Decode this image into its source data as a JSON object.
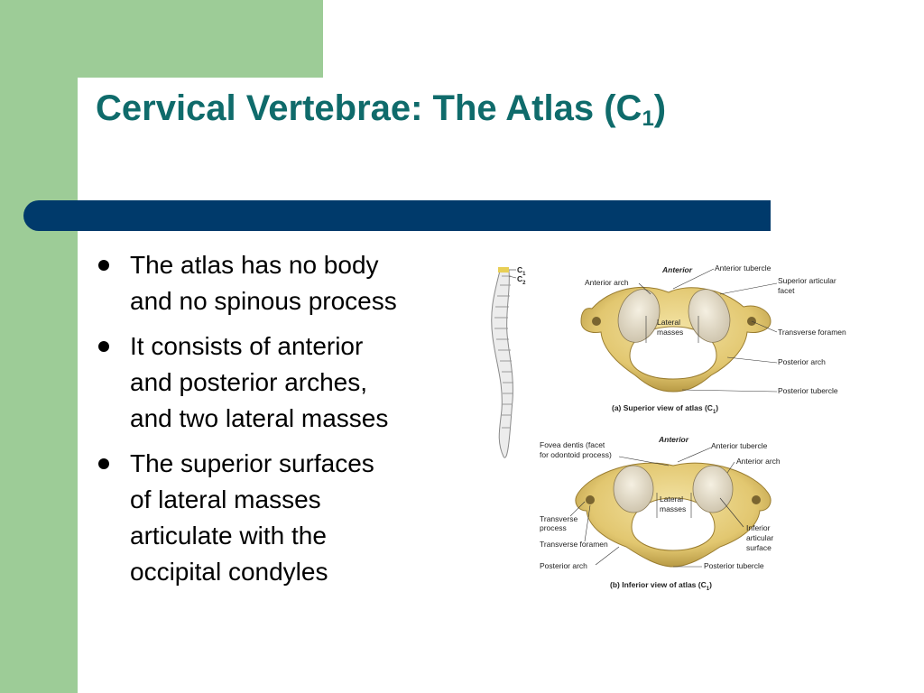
{
  "slide": {
    "title_main": "Cervical Vertebrae: The Atlas (C",
    "title_sub": "1",
    "title_close": ")",
    "colors": {
      "title": "#0f6b6b",
      "bar": "#003a6b",
      "side": "#9dcc97",
      "bone": "#e2c770"
    }
  },
  "bullets": [
    {
      "text": "The atlas has no body\nand no spinous process"
    },
    {
      "text": "It consists of anterior\nand posterior arches,\nand two lateral masses"
    },
    {
      "text": "The superior surfaces\nof lateral masses\narticulate with the\noccipital condyles"
    }
  ],
  "figure": {
    "spine_labels": {
      "c1": "C",
      "c1_sub": "1",
      "c2": "C",
      "c2_sub": "2"
    },
    "superior": {
      "orientation": "Anterior",
      "labels": {
        "anterior_tubercle": "Anterior tubercle",
        "anterior_arch": "Anterior arch",
        "superior_facet_1": "Superior articular",
        "superior_facet_2": "facet",
        "lateral_1": "Lateral",
        "lateral_2": "masses",
        "transverse_foramen": "Transverse foramen",
        "posterior_arch": "Posterior arch",
        "posterior_tubercle": "Posterior tubercle"
      },
      "caption": "(a) Superior view of atlas (C",
      "caption_sub": "1",
      "caption_close": ")"
    },
    "inferior": {
      "orientation": "Anterior",
      "labels": {
        "fovea_1": "Fovea dentis (facet",
        "fovea_2": "for odontoid process)",
        "anterior_tubercle": "Anterior tubercle",
        "anterior_arch": "Anterior arch",
        "transverse_process_1": "Transverse",
        "transverse_process_2": "process",
        "transverse_foramen": "Transverse foramen",
        "lateral_1": "Lateral",
        "lateral_2": "masses",
        "inferior_facet_1": "Inferior",
        "inferior_facet_2": "articular",
        "inferior_facet_3": "surface",
        "posterior_arch": "Posterior arch",
        "posterior_tubercle": "Posterior tubercle"
      },
      "caption": "(b) Inferior view of atlas (C",
      "caption_sub": "1",
      "caption_close": ")"
    }
  }
}
